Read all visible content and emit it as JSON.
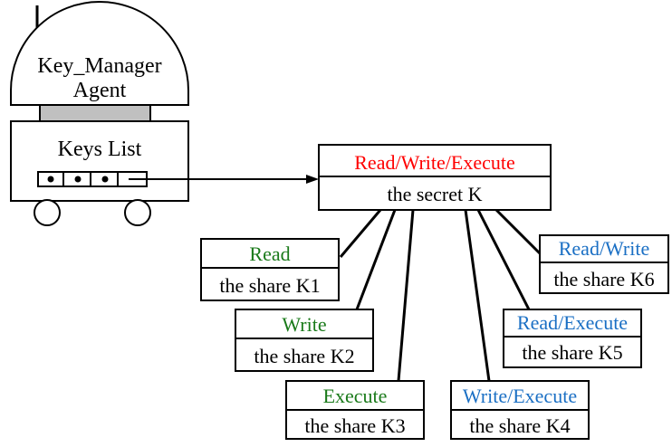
{
  "agent": {
    "title_line1": "Key_Manager",
    "title_line2": "Agent",
    "keys_list_label": "Keys List"
  },
  "root_node": {
    "permission": "Read/Write/Execute",
    "secret_label": "the secret K",
    "permission_color": "#ff0000"
  },
  "share_nodes": [
    {
      "permission": "Read",
      "share_label": "the share K1",
      "permission_color": "#1a7a1a"
    },
    {
      "permission": "Write",
      "share_label": "the share K2",
      "permission_color": "#1a7a1a"
    },
    {
      "permission": "Execute",
      "share_label": "the share K3",
      "permission_color": "#1a7a1a"
    },
    {
      "permission": "Write/Execute",
      "share_label": "the share K4",
      "permission_color": "#1a6fc4"
    },
    {
      "permission": "Read/Execute",
      "share_label": "the share K5",
      "permission_color": "#1a6fc4"
    },
    {
      "permission": "Read/Write",
      "share_label": "the share K6",
      "permission_color": "#1a6fc4"
    }
  ],
  "colors": {
    "stroke": "#000000",
    "agent_band_fill": "#c0c0c0",
    "text": "#000000"
  }
}
